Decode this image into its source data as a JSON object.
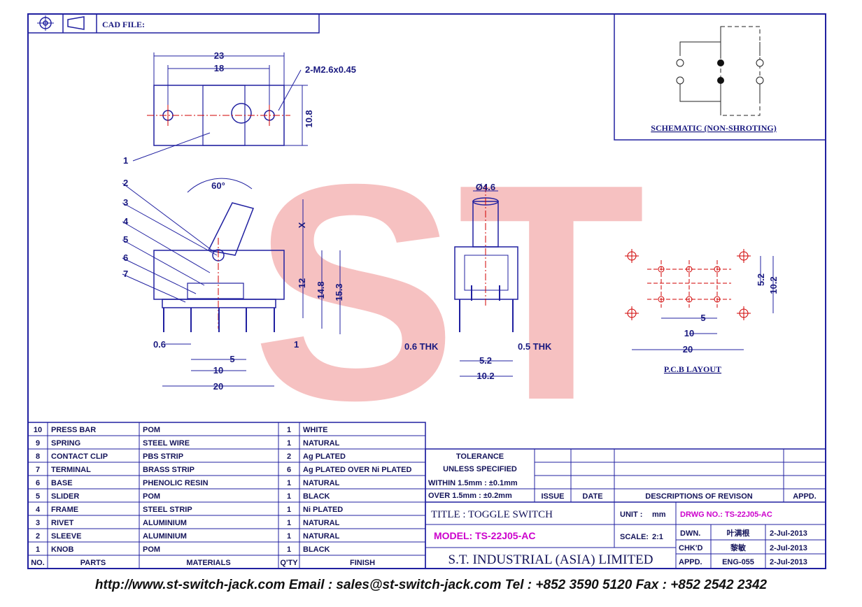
{
  "header": {
    "cad_file_label": "CAD FILE:"
  },
  "top_view": {
    "dim_overall": "23",
    "dim_holes": "18",
    "dim_height": "10.8",
    "screw_note": "2-M2.6x0.45"
  },
  "side_view": {
    "angle": "60°",
    "dim_x": "X",
    "dim_12": "12",
    "dim_148": "14.8",
    "dim_153": "15.3",
    "dim_06": "0.6",
    "dim_1": "1",
    "dim_5": "5",
    "dim_10": "10",
    "dim_20": "20",
    "callouts": [
      "1",
      "2",
      "3",
      "4",
      "5",
      "6",
      "7"
    ]
  },
  "front_view": {
    "dim_dia": "Ø4.6",
    "thk_left": "0.6 THK",
    "thk_right": "0.5 THK",
    "dim_52": "5.2",
    "dim_102": "10.2"
  },
  "pcb": {
    "dim_52": "5.2",
    "dim_102": "10.2",
    "dim_5": "5",
    "dim_10": "10",
    "dim_20": "20",
    "label": "P.C.B LAYOUT"
  },
  "schematic": {
    "label": "SCHEMATIC (NON-SHROTING)"
  },
  "watermark": "ST",
  "parts_header": {
    "no": "NO.",
    "parts": "PARTS",
    "materials": "MATERIALS",
    "qty": "Q'TY",
    "finish": "FINISH"
  },
  "parts": [
    {
      "no": "10",
      "part": "PRESS BAR",
      "material": "POM",
      "qty": "1",
      "finish": "WHITE"
    },
    {
      "no": "9",
      "part": "SPRING",
      "material": "STEEL WIRE",
      "qty": "1",
      "finish": "NATURAL"
    },
    {
      "no": "8",
      "part": "CONTACT CLIP",
      "material": "PBS STRIP",
      "qty": "2",
      "finish": "Ag PLATED"
    },
    {
      "no": "7",
      "part": "TERMINAL",
      "material": "BRASS STRIP",
      "qty": "6",
      "finish": "Ag PLATED OVER Ni PLATED"
    },
    {
      "no": "6",
      "part": "BASE",
      "material": "PHENOLIC RESIN",
      "qty": "1",
      "finish": "NATURAL"
    },
    {
      "no": "5",
      "part": "SLIDER",
      "material": "POM",
      "qty": "1",
      "finish": "BLACK"
    },
    {
      "no": "4",
      "part": "FRAME",
      "material": "STEEL STRIP",
      "qty": "1",
      "finish": "Ni PLATED"
    },
    {
      "no": "3",
      "part": "RIVET",
      "material": "ALUMINIUM",
      "qty": "1",
      "finish": "NATURAL"
    },
    {
      "no": "2",
      "part": "SLEEVE",
      "material": "ALUMINIUM",
      "qty": "1",
      "finish": "NATURAL"
    },
    {
      "no": "1",
      "part": "KNOB",
      "material": "POM",
      "qty": "1",
      "finish": "BLACK"
    }
  ],
  "tolerance": {
    "line1": "TOLERANCE",
    "line2": "UNLESS   SPECIFIED",
    "line3": "WITHIN  1.5mm : ±0.1mm",
    "line4": "OVER    1.5mm : ±0.2mm"
  },
  "revision": {
    "issue": "ISSUE",
    "date": "DATE",
    "desc": "DESCRIPTIONS  OF  REVISON",
    "appd": "APPD."
  },
  "title_block": {
    "title": "TITLE : TOGGLE SWITCH",
    "unit_label": "UNIT :",
    "unit": "mm",
    "drwg": "DRWG NO.: TS-22J05-AC",
    "model": "MODEL: TS-22J05-AC",
    "scale_label": "SCALE:",
    "scale": "2:1",
    "dwn": "DWN.",
    "dwn_name": "叶满根",
    "dwn_date": "2-Jul-2013",
    "chkd": "CHK'D",
    "chkd_name": "黎敏",
    "chkd_date": "2-Jul-2013",
    "appd": "APPD.",
    "appd_name": "ENG-055",
    "appd_date": "2-Jul-2013",
    "company": "S.T.  INDUSTRIAL  (ASIA)  LIMITED"
  },
  "footer": "http://www.st-switch-jack.com  Email : sales@st-switch-jack.com  Tel : +852 3590 5120  Fax : +852 2542 2342",
  "colors": {
    "line": "#2020a0",
    "center": "#d00000",
    "watermark": "#f2b0b0",
    "highlight": "#cc00cc"
  }
}
